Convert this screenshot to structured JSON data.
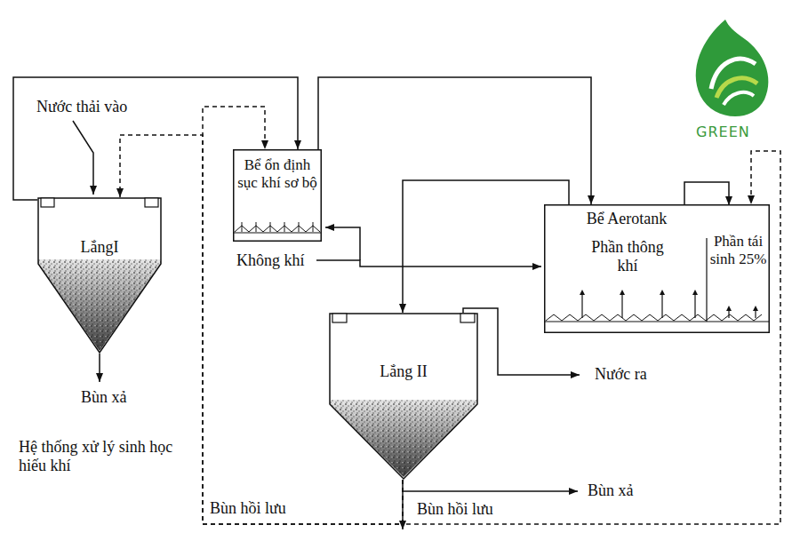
{
  "diagram": {
    "nodes": [
      {
        "text": [
          "LắngI"
        ]
      },
      {
        "text": [
          "Bể ổn định sục khí sơ bộ"
        ]
      },
      {
        "text": [
          "Bể Aerotank"
        ]
      },
      {
        "text": [
          "Phần thông khí"
        ],
        "in": 2
      },
      {
        "text": [
          "Phần tái sinh 25%"
        ],
        "in": 2
      },
      {
        "text": [
          "Lắng II"
        ]
      }
    ],
    "edges": [
      {
        "from": 0,
        "to": 1,
        "arrow": "to"
      },
      {
        "from": 1,
        "to": 2,
        "arrow": "to"
      },
      {
        "from": 2,
        "to": 5,
        "arrow": "to"
      },
      {
        "from": 3,
        "to": 4,
        "arrow": "to"
      },
      {
        "from": 5,
        "to": 0,
        "arrow": "to"
      },
      {
        "from": 5,
        "to": 1,
        "arrow": "to"
      },
      {
        "from": 5,
        "to": 2,
        "arrow": "to"
      }
    ],
    "labels": [
      "Nước thải vào",
      "Bùn xả",
      "Không khí",
      "Nước ra",
      "Bùn xả",
      "Bùn hồi lưu",
      "Bùn hồi lưu",
      "Hệ thống xử lý sinh học hiếu khí",
      "GREEN"
    ]
  }
}
